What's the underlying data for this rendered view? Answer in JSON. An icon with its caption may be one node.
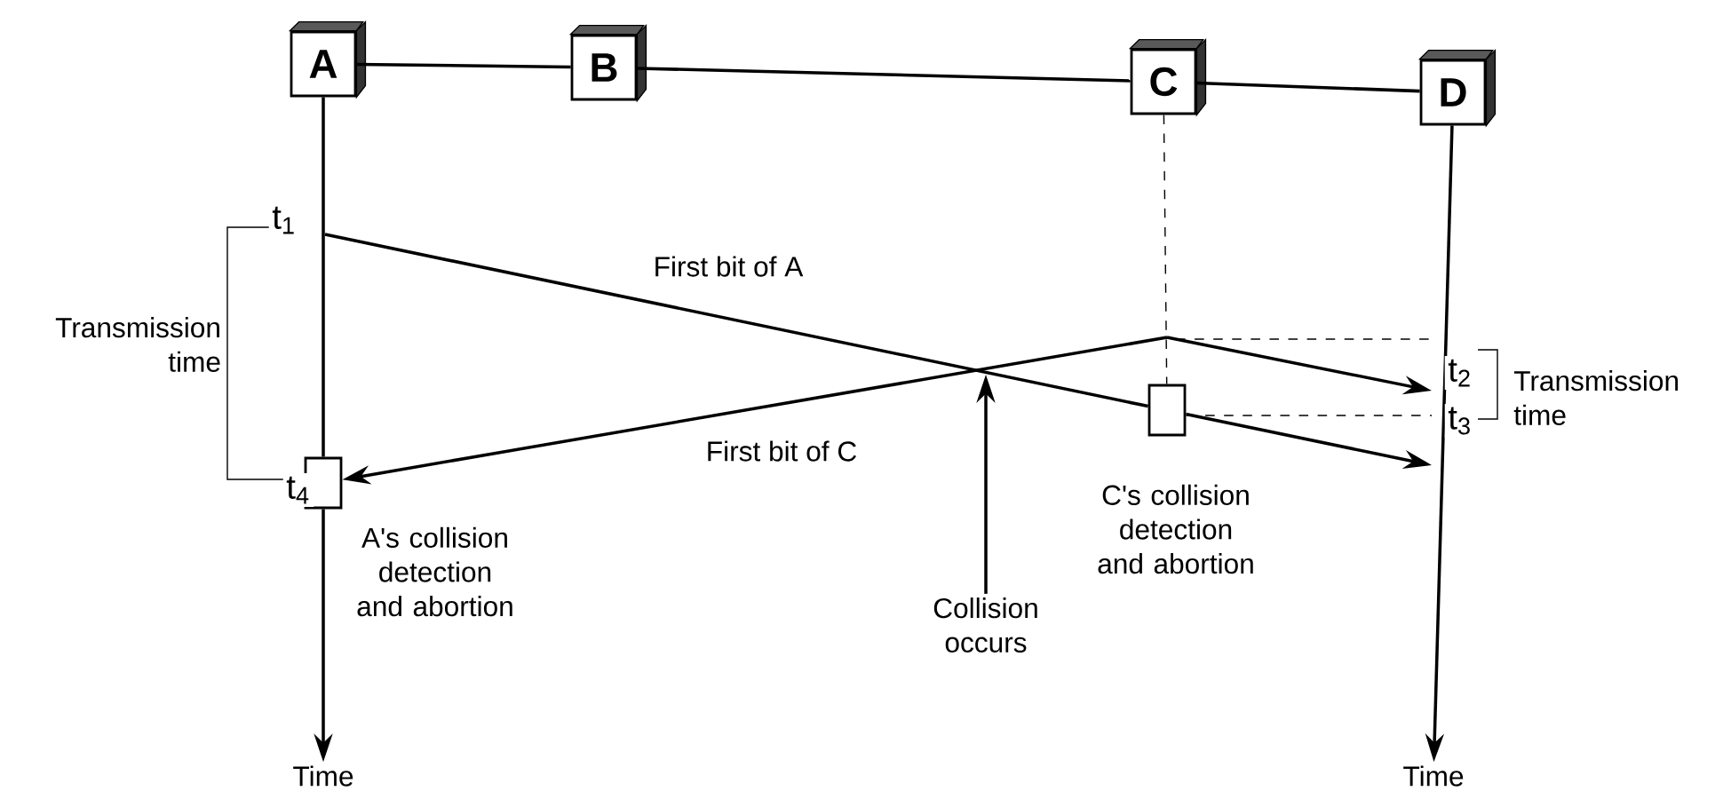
{
  "diagram": {
    "nodes": [
      {
        "text": [
          "A"
        ]
      },
      {
        "text": [
          "B"
        ]
      },
      {
        "text": [
          "C"
        ]
      },
      {
        "text": [
          "D"
        ]
      },
      {
        "text": [],
        "shape": "box",
        "beside": [
          "A's collision detection and abortion"
        ]
      },
      {
        "text": [],
        "shape": "box",
        "beside": [
          "C's collision detection and abortion"
        ]
      },
      {
        "text": [
          "Time"
        ]
      },
      {
        "text": [
          "Time"
        ]
      },
      {
        "text": [
          "Collision occurs"
        ]
      }
    ],
    "edges": [
      {
        "from": 0,
        "to": 1,
        "arrow": "none"
      },
      {
        "from": 1,
        "to": 2,
        "arrow": "none"
      },
      {
        "from": 2,
        "to": 3,
        "arrow": "none"
      },
      {
        "from": 0,
        "to": 4,
        "arrow": "none"
      },
      {
        "from": 4,
        "to": 6,
        "arrow": "to"
      },
      {
        "from": 3,
        "to": 7,
        "arrow": "to"
      },
      {
        "from": null,
        "to": 5,
        "arrow": "none",
        "label": "First bit of A"
      },
      {
        "from": 5,
        "to": null,
        "arrow": "to"
      },
      {
        "from": null,
        "to": 4,
        "arrow": "to",
        "label": "First bit of C"
      },
      {
        "from": 2,
        "to": 5,
        "arrow": "none",
        "style": "dashed"
      },
      {
        "from": 8,
        "to": null,
        "arrow": "to"
      }
    ],
    "labels": [
      "t$_{1}$",
      "Transmission time",
      "t$_{4}$",
      "t$_{2}$",
      "t$_{3}$",
      "Transmission time"
    ]
  }
}
